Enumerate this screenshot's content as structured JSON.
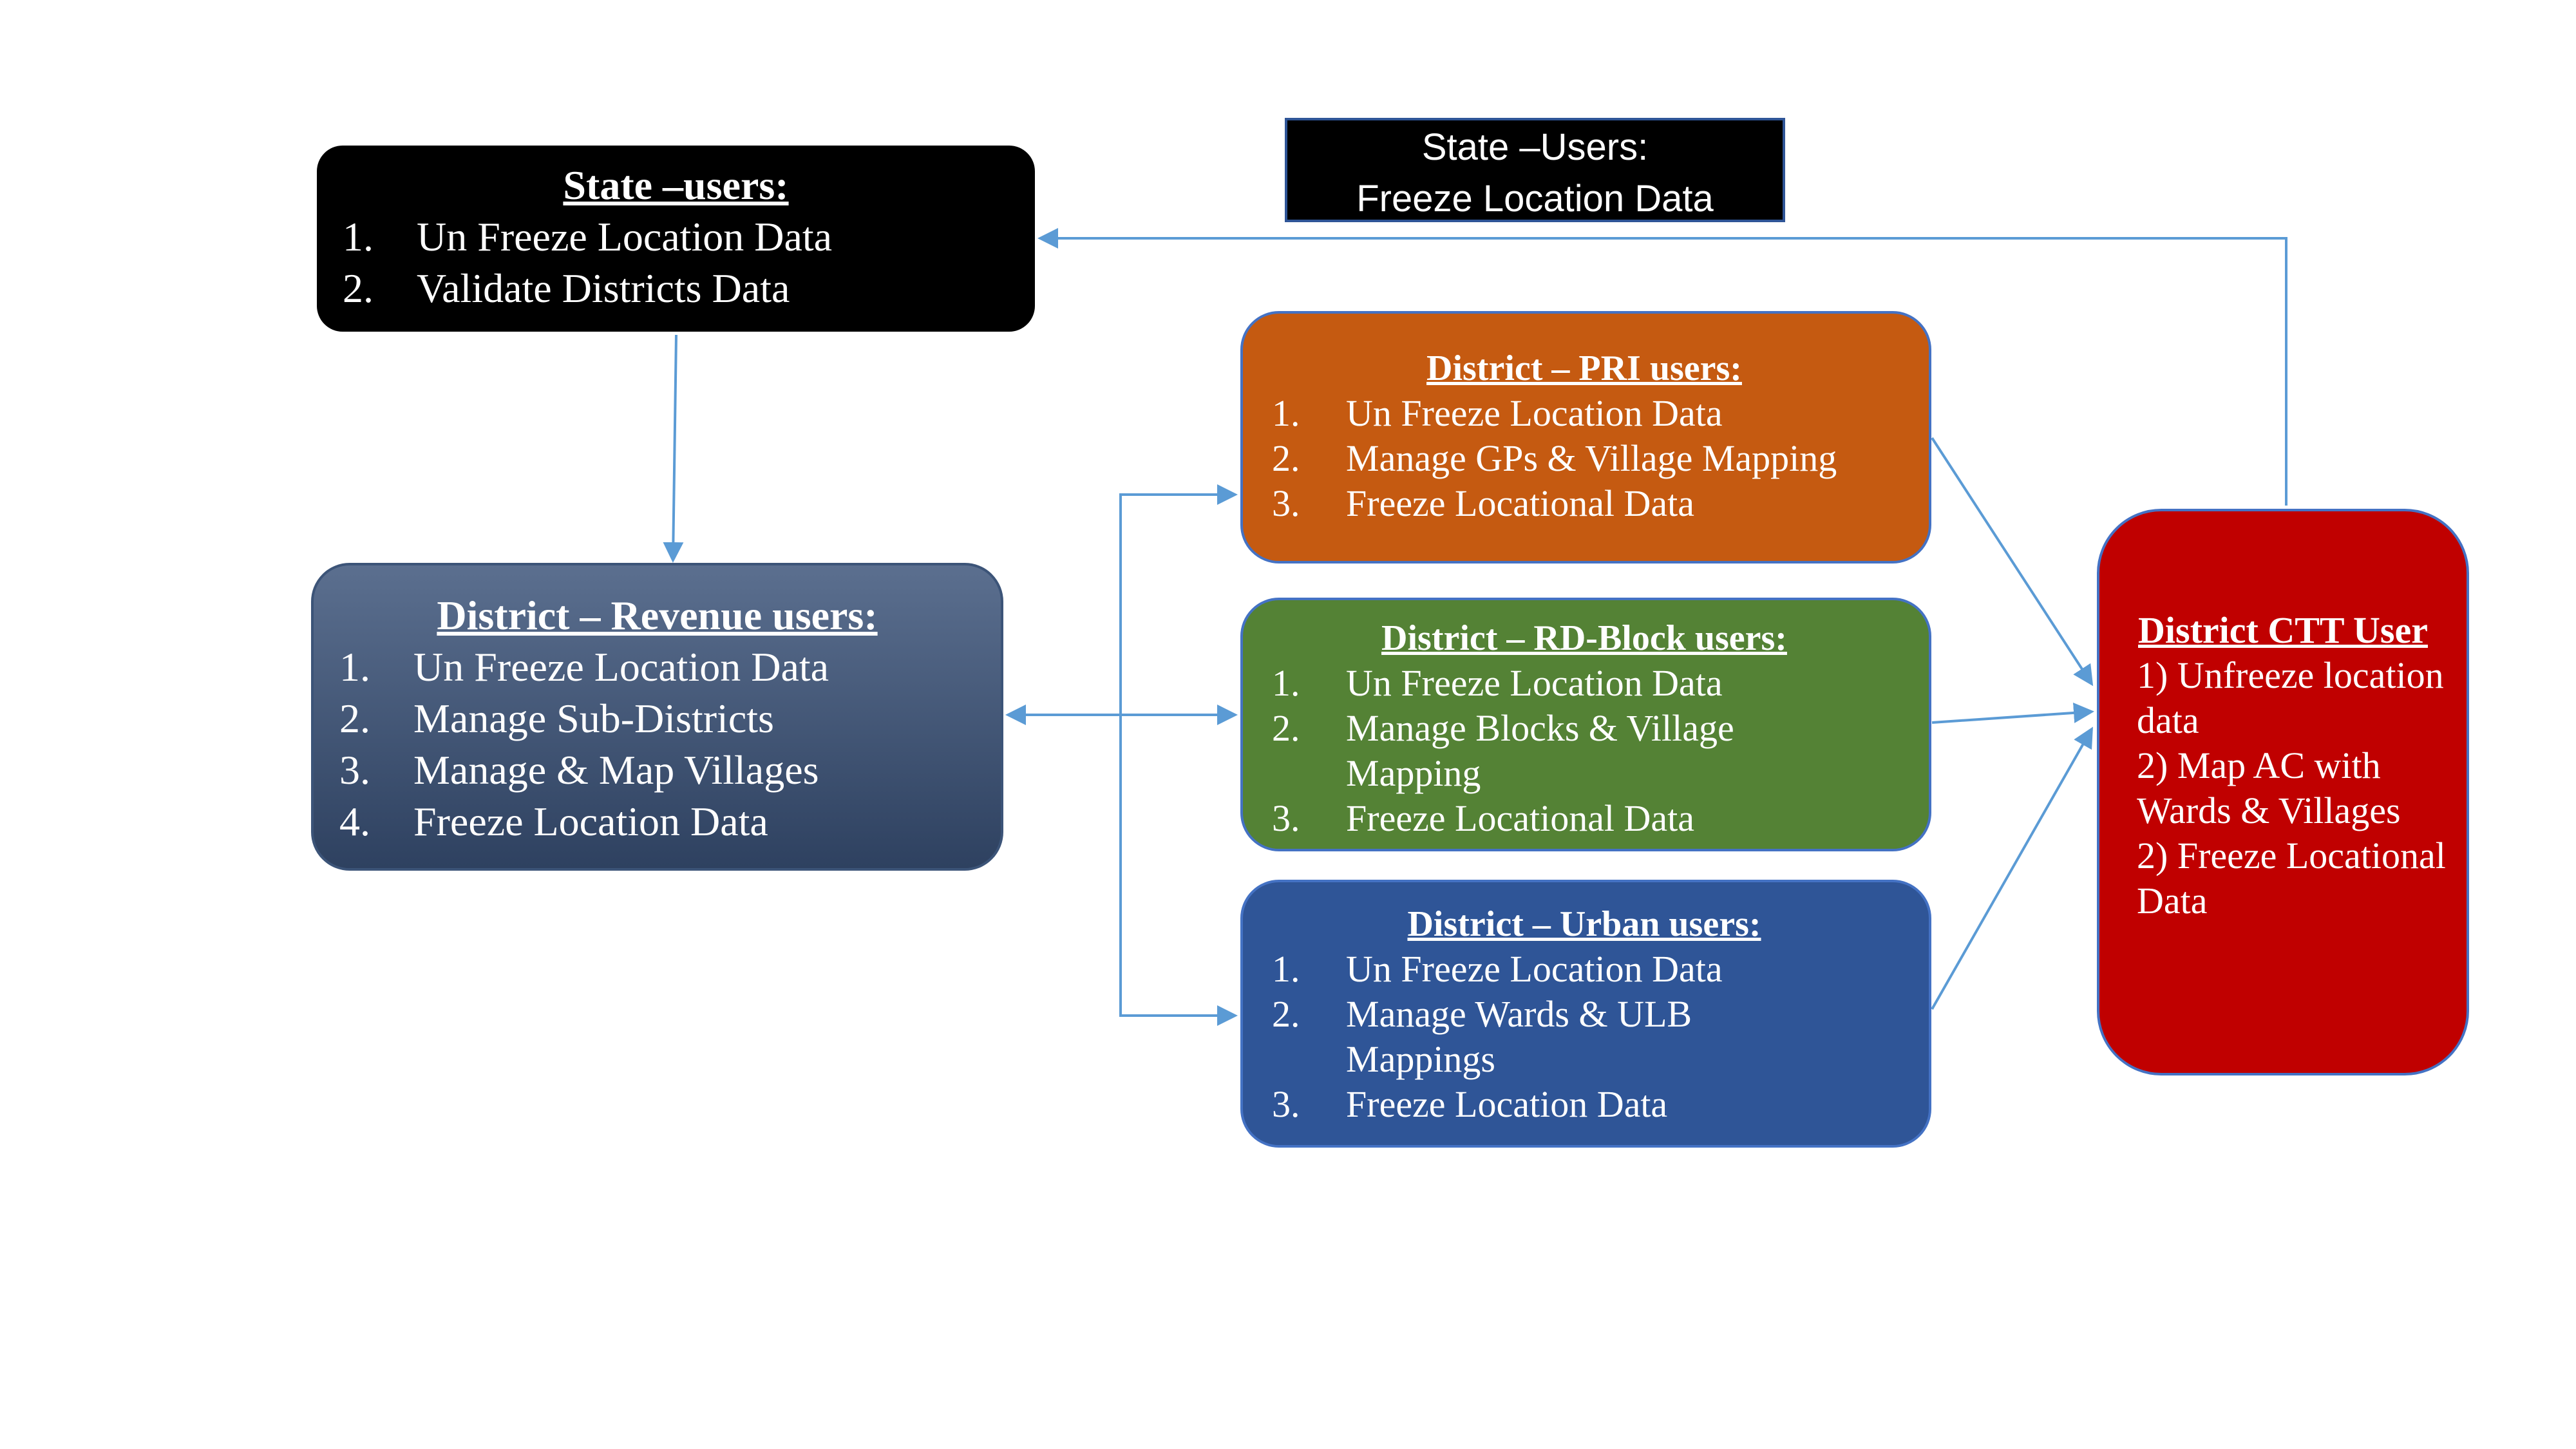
{
  "state_box": {
    "title": "State –users:",
    "items": [
      {
        "num": "1.",
        "text": "Un Freeze Location Data"
      },
      {
        "num": "2.",
        "text": "Validate Districts Data"
      }
    ]
  },
  "freeze_label": {
    "line1": "State –Users:",
    "line2": "Freeze Location Data"
  },
  "revenue_box": {
    "title": "District – Revenue users:",
    "items": [
      {
        "num": "1.",
        "text": "Un Freeze Location Data"
      },
      {
        "num": "2.",
        "text": "Manage Sub-Districts"
      },
      {
        "num": "3.",
        "text": "Manage & Map Villages"
      },
      {
        "num": "4.",
        "text": "Freeze Location Data"
      }
    ]
  },
  "pri_box": {
    "title": "District – PRI users:",
    "items": [
      {
        "num": "1.",
        "text": "Un Freeze Location Data"
      },
      {
        "num": "2.",
        "text": "Manage GPs & Village Mapping"
      },
      {
        "num": "3.",
        "text": "Freeze Locational Data"
      }
    ]
  },
  "rd_box": {
    "title": "District – RD-Block users:",
    "items": [
      {
        "num": "1.",
        "text": "Un Freeze Location Data"
      },
      {
        "num": "2.",
        "text": "Manage Blocks & Village Mapping"
      },
      {
        "num": "3.",
        "text": "Freeze Locational Data"
      }
    ]
  },
  "urban_box": {
    "title": "District – Urban users:",
    "items": [
      {
        "num": "1.",
        "text": "Un Freeze Location Data"
      },
      {
        "num": "2.",
        "text": "Manage Wards & ULB Mappings"
      },
      {
        "num": "3.",
        "text": "Freeze Location Data"
      }
    ]
  },
  "ctt_box": {
    "title": "District CTT User",
    "items": [
      {
        "text": "1) Unfreeze location data"
      },
      {
        "text": "2) Map AC with Wards & Villages"
      },
      {
        "text": "2) Freeze Locational Data"
      }
    ]
  },
  "colors": {
    "connector": "#5b9bd5",
    "state_fill": "#000000",
    "revenue_fill": "#44546a",
    "pri_fill": "#c55a11",
    "rd_fill": "#548235",
    "urban_fill": "#2f5597",
    "ctt_fill": "#c00000"
  }
}
